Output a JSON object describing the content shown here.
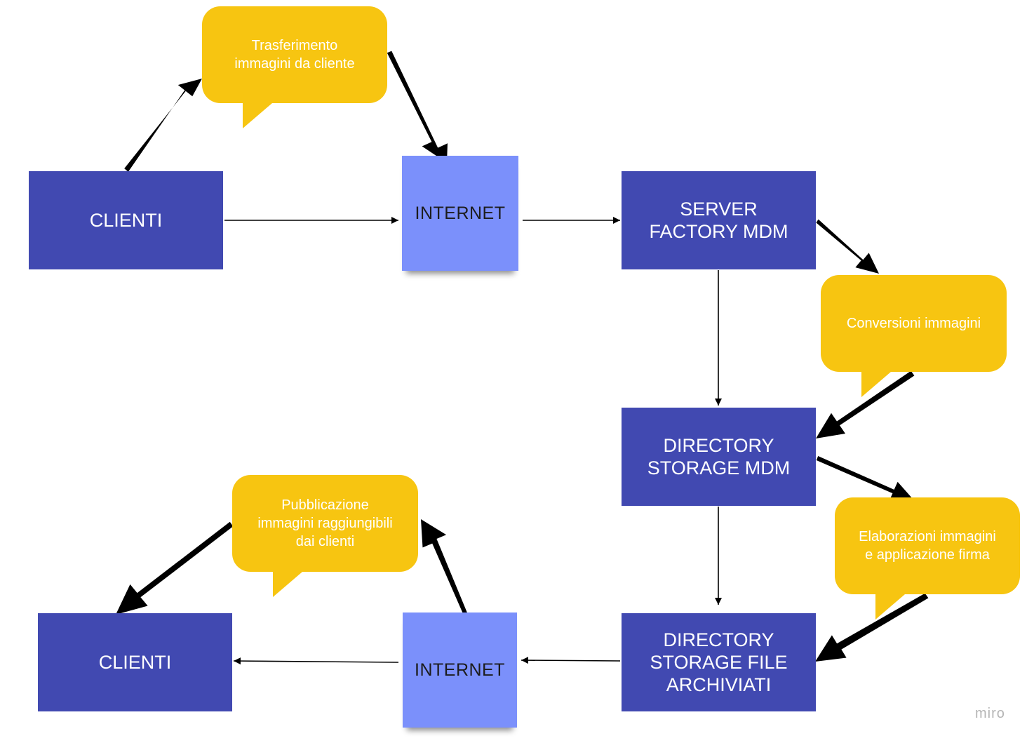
{
  "nodes": {
    "clienti_top": "CLIENTI",
    "internet_top": "INTERNET",
    "server_factory": "SERVER\nFACTORY MDM",
    "directory_storage": "DIRECTORY\nSTORAGE MDM",
    "directory_archiviati": "DIRECTORY\nSTORAGE FILE\nARCHIVIATI",
    "internet_bottom": "INTERNET",
    "clienti_bottom": "CLIENTI"
  },
  "callouts": {
    "trasferimento": "Trasferimento\nimmagini da cliente",
    "conversioni": "Conversioni immagini",
    "elaborazioni": "Elaborazioni immagini\ne applicazione firma",
    "pubblicazione": "Pubblicazione\nimmagini raggiungibili\ndai clienti"
  },
  "colors": {
    "process_box": "#4149b1",
    "network_sticky": "#7b90fb",
    "callout": "#f7c511",
    "arrow": "#000000"
  },
  "watermark": "miro"
}
